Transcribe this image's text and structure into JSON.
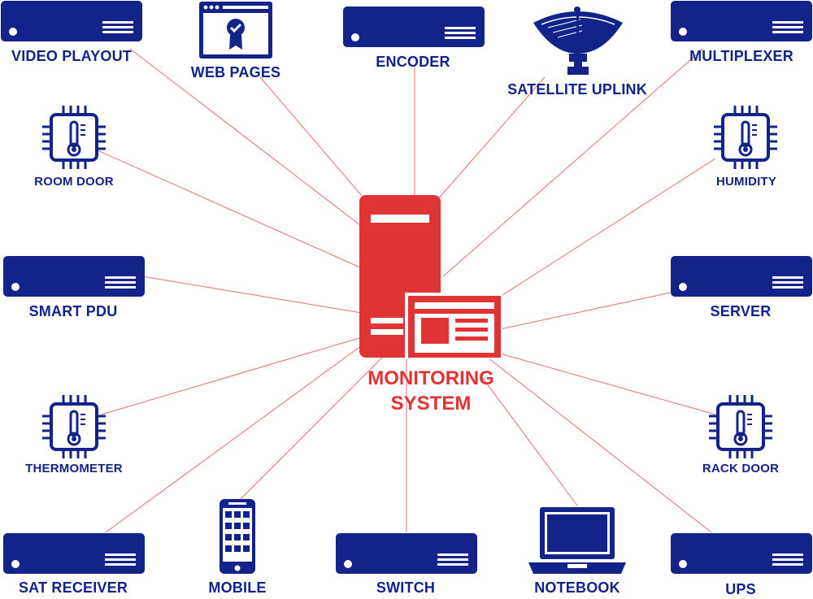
{
  "diagram": {
    "center": {
      "label_line1": "MONITORING",
      "label_line2": "SYSTEM",
      "color": "#e03434"
    },
    "colors": {
      "device": "#14238a",
      "link": "#e07070"
    },
    "nodes": [
      {
        "id": "video-playout",
        "label": "VIDEO PLAYOUT",
        "icon": "rack-server-icon"
      },
      {
        "id": "web-pages",
        "label": "WEB PAGES",
        "icon": "web-certificate-icon"
      },
      {
        "id": "encoder",
        "label": "ENCODER",
        "icon": "rack-server-icon"
      },
      {
        "id": "satellite-uplink",
        "label": "SATELLITE UPLINK",
        "icon": "satellite-dish-icon"
      },
      {
        "id": "multiplexer",
        "label": "MULTIPLEXER",
        "icon": "rack-server-icon"
      },
      {
        "id": "room-door",
        "label": "ROOM DOOR",
        "icon": "sensor-chip-icon"
      },
      {
        "id": "humidity",
        "label": "HUMIDITY",
        "icon": "sensor-chip-icon"
      },
      {
        "id": "smart-pdu",
        "label": "SMART PDU",
        "icon": "rack-server-icon"
      },
      {
        "id": "server",
        "label": "SERVER",
        "icon": "rack-server-icon"
      },
      {
        "id": "thermometer",
        "label": "THERMOMETER",
        "icon": "sensor-chip-icon"
      },
      {
        "id": "rack-door",
        "label": "RACK DOOR",
        "icon": "sensor-chip-icon"
      },
      {
        "id": "sat-receiver",
        "label": "SAT RECEIVER",
        "icon": "rack-server-icon"
      },
      {
        "id": "mobile",
        "label": "MOBILE",
        "icon": "mobile-phone-icon"
      },
      {
        "id": "switch",
        "label": "SWITCH",
        "icon": "rack-server-icon"
      },
      {
        "id": "notebook",
        "label": "NOTEBOOK",
        "icon": "laptop-icon"
      },
      {
        "id": "ups",
        "label": "UPS",
        "icon": "rack-server-icon"
      }
    ]
  }
}
